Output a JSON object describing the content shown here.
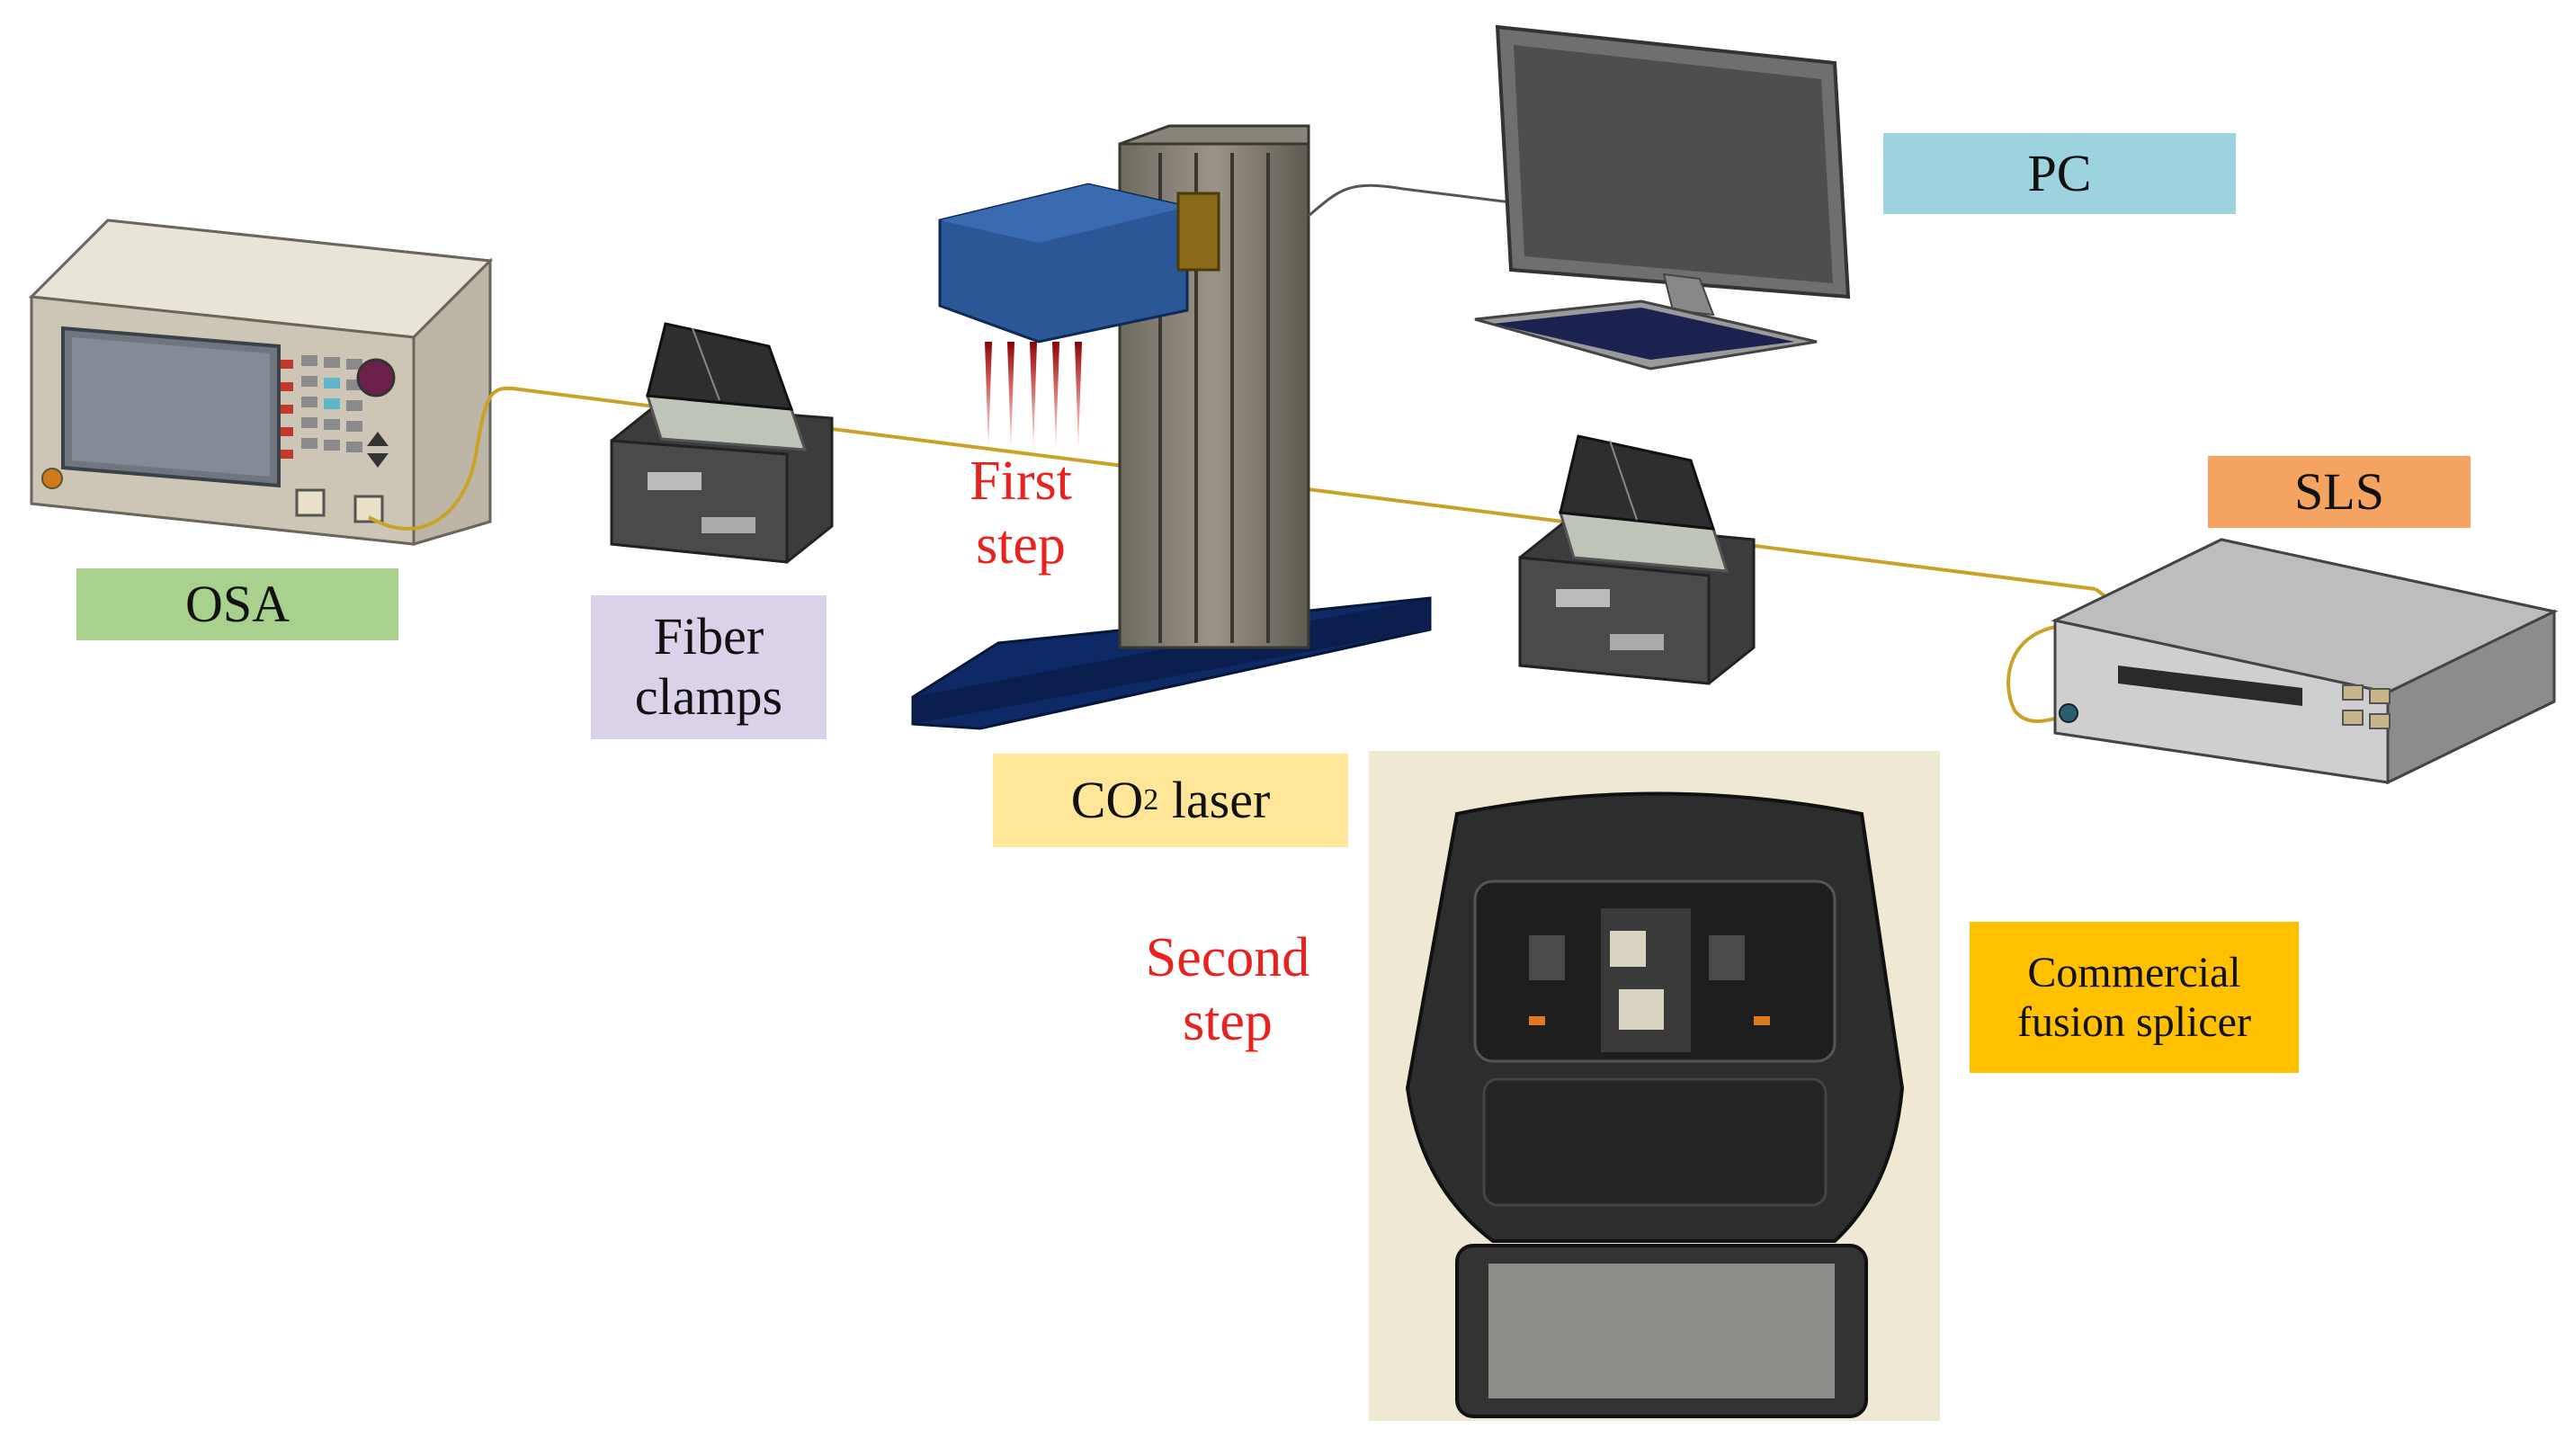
{
  "labels": {
    "osa": "OSA",
    "fiber_clamps_line1": "Fiber",
    "fiber_clamps_line2": "clamps",
    "co2_prefix": "CO",
    "co2_subscript": "2",
    "co2_suffix": " laser",
    "pc": "PC",
    "sls": "SLS",
    "splicer_line1": "Commercial",
    "splicer_line2": "fusion splicer"
  },
  "steps": {
    "first_line1": "First",
    "first_line2": "step",
    "second_line1": "Second",
    "second_line2": "step"
  },
  "colors": {
    "osa_box": "#A9D18E",
    "fiber_clamps_box": "#D9D2E9",
    "co2_box": "#FFE699",
    "pc_box": "#9DD3DF",
    "sls_box": "#F4A460",
    "splicer_box": "#FFC000",
    "step_text": "#E8221E",
    "fiber": "#C9A227",
    "laser_head": "#2B5797",
    "base": "#0E2A66",
    "photo_bg": "#EFE8D2"
  }
}
